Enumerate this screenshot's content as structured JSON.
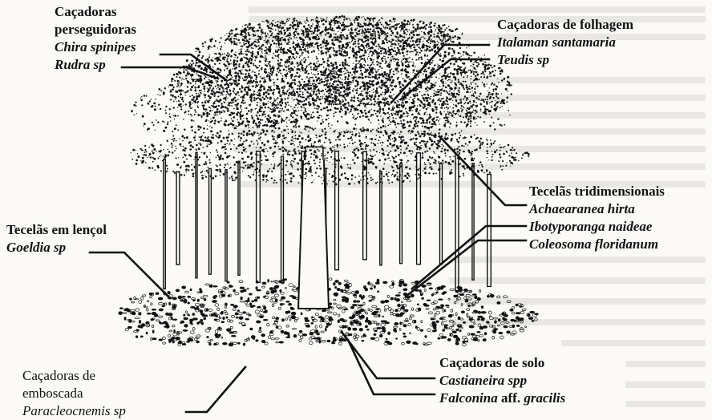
{
  "groups": {
    "cacadoras_perseguidoras": {
      "title_1": "Caçadoras",
      "title_2": "perseguidoras",
      "species": [
        "Chira spinipes",
        "Rudra sp"
      ]
    },
    "cacadoras_folhagem": {
      "title": "Caçadoras de folhagem",
      "species": [
        "Italaman santamaria",
        "Teudis sp"
      ]
    },
    "teceloes_tridimensionais": {
      "title": "Tecelãs tridimensionais",
      "species": [
        "Achaearanea hirta",
        "Ibotyporanga naideae",
        "Coleosoma floridanum"
      ]
    },
    "teceloes_lencol": {
      "title": "Tecelãs em lençol",
      "species": [
        "Goeldia sp"
      ]
    },
    "cacadoras_solo": {
      "title": "Caçadoras de solo",
      "species": [
        "Castianeira spp"
      ],
      "species_2_genus": "Falconina",
      "species_2_aff": "aff.",
      "species_2_epithet": "gracilis"
    },
    "cacadoras_emboscada": {
      "title_1": "Caçadoras de",
      "title_2": "emboscada",
      "species": [
        "Paracleocnemis sp"
      ]
    }
  },
  "colors": {
    "ink": "#111111",
    "paper": "#fbfaf7",
    "ghost_text": "#e9e7e2"
  }
}
